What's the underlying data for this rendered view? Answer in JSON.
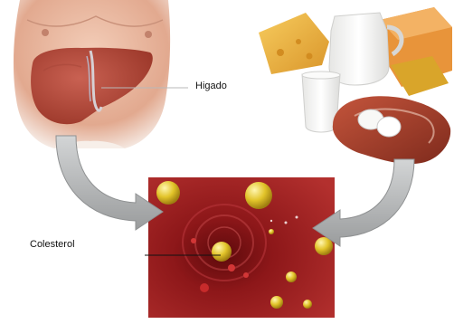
{
  "labels": {
    "liver": "Higado",
    "cholesterol": "Colesterol"
  },
  "colors": {
    "skin": "#e8b29a",
    "liver": "#b94a3a",
    "artery_wall": "#8a1518",
    "cholesterol_blob": "#e2c42a",
    "arrow": "#b0b2b3",
    "cheese": "#f0b43a",
    "milk": "#f4f4f2",
    "meat": "#a8402d"
  },
  "icons": [
    "torso-with-liver-illustration",
    "dairy-and-meat-foods-illustration",
    "artery-cross-section-illustration",
    "curved-arrow-left",
    "curved-arrow-right"
  ]
}
